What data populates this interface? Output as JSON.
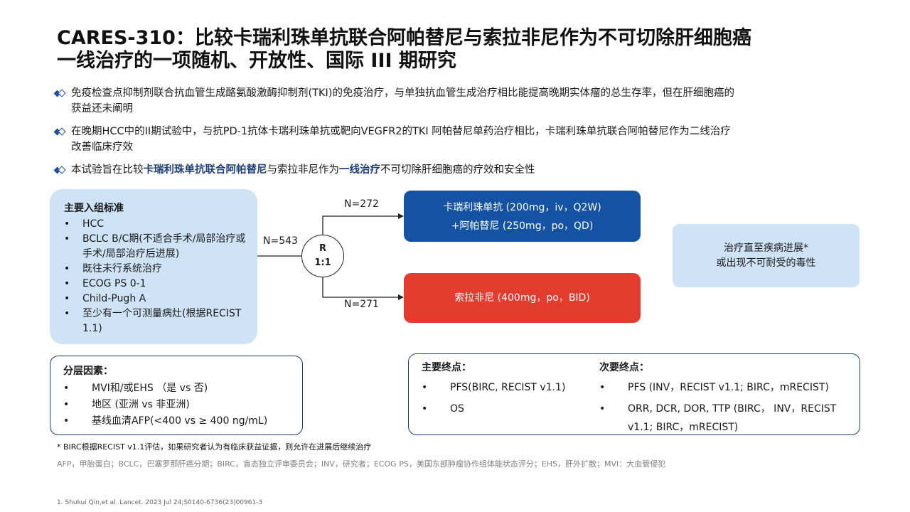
{
  "title": {
    "line1": "CARES-310：比较卡瑞利珠单抗联合阿帕替尼与索拉非尼作为不可切除肝细胞癌",
    "line2": "一线治疗的一项随机、开放性、国际 III 期研究"
  },
  "background": {
    "bullet1": "免疫检查点抑制剂联合抗血管生成酪氨酸激酶抑制剂(TKI)的免疫治疗，与单独抗血管生成治疗相比能提高晚期实体瘤的总生存率，但在肝细胞癌的获益还未阐明",
    "bullet2": "在晚期HCC中的II期试验中，与抗PD-1抗体卡瑞利珠单抗或靶向VEGFR2的TKI 阿帕替尼单药治疗相比，卡瑞利珠单抗联合阿帕替尼作为二线治疗改善临床疗效",
    "bullet3_pre": "本试验旨在比较",
    "bullet3_hl1": "卡瑞利珠单抗联合阿帕替尼",
    "bullet3_mid": "与索拉非尼作为",
    "bullet3_hl2": "一线治疗",
    "bullet3_post": "不可切除肝细胞癌的疗效和安全性"
  },
  "inclusion": {
    "heading": "主要入组标准",
    "items": [
      "HCC",
      "BCLC B/C期(不适合手术/局部治疗或手术/局部治疗后进展)",
      "既往未行系统治疗",
      "ECOG PS 0-1",
      "Child-Pugh A",
      "至少有一个可测量病灶(根据RECIST 1.1)"
    ]
  },
  "stratification": {
    "heading": "分层因素：",
    "items": [
      "MVI和/或EHS （是 vs 否)",
      "地区 (亚洲 vs 非亚洲)",
      "基线血清AFP(<400 vs ≥ 400 ng/mL)"
    ]
  },
  "randomization": {
    "total": "N=543",
    "label": "R",
    "ratio": "1:1",
    "arm1_n": "N=272",
    "arm2_n": "N=271"
  },
  "arms": {
    "arm1_line1": "卡瑞利珠单抗 (200mg，iv，Q2W)",
    "arm1_line2": "+阿帕替尼 (250mg，po，QD)",
    "arm2": "索拉非尼 (400mg，po，BID)"
  },
  "treatment_until": {
    "line1": "治疗直至疾病进展*",
    "line2": "或出现不可耐受的毒性"
  },
  "endpoints": {
    "primary_heading": "主要终点：",
    "primary": [
      "PFS(BIRC, RECIST v1.1)",
      "OS"
    ],
    "secondary_heading": "次要终点：",
    "secondary": [
      "PFS (INV，RECIST v1.1; BIRC，mRECIST)",
      "ORR, DCR, DOR, TTP (BIRC， INV，RECIST v1.1; BIRC，mRECIST)"
    ]
  },
  "bullet_glyph": "•",
  "footnote": "* BIRC根据RECIST v1.1评估，如果研究者认为有临床获益证据，则允许在进展后继续治疗",
  "abbreviations": "AFP，甲胎蛋白；BCLC，巴塞罗那肝癌分期；BIRC，盲态独立评审委员会；INV，研究者；ECOG PS，美国东部肿瘤协作组体能状态评分；EHS，肝外扩散；MVI：大血管侵犯",
  "reference": "1.   Shukui Qin,et al. Lancet. 2023 Jul 24;S0140-6736(23)00961-3",
  "colors": {
    "navy": "#1f3f7a",
    "arm1_blue": "#1452a3",
    "arm2_red": "#e33b2e",
    "light_blue": "#cfe3f7"
  }
}
